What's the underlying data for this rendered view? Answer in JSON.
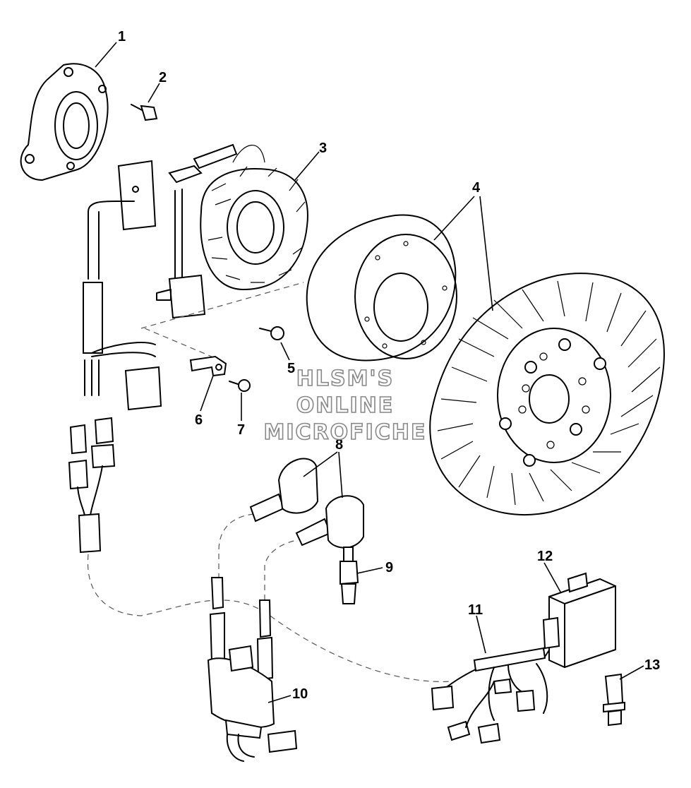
{
  "watermark": {
    "line1": "HLSM'S",
    "line2": "ONLINE",
    "line3": "MICROFICHE"
  },
  "callouts": [
    "1",
    "2",
    "3",
    "4",
    "5",
    "6",
    "7",
    "8",
    "9",
    "10",
    "11",
    "12",
    "13"
  ]
}
